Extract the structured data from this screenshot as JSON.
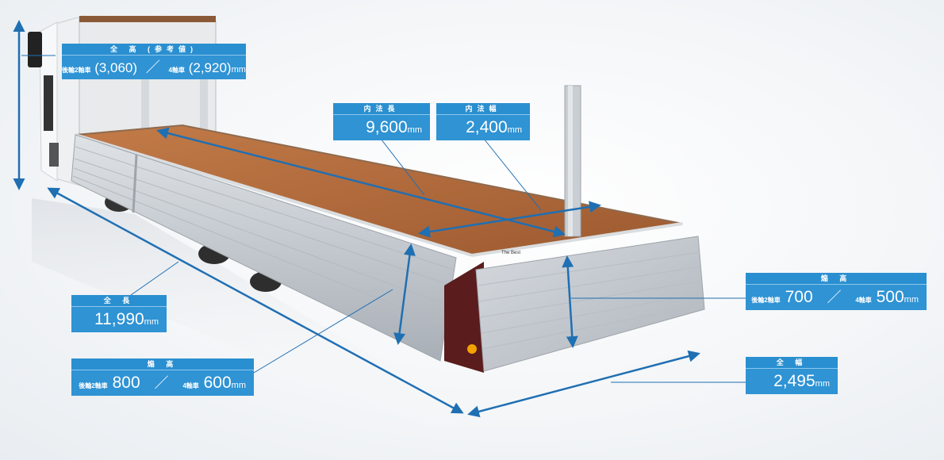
{
  "labels": {
    "overall_height": {
      "title": "全 高 (参考値)",
      "prefix_a": "後輪2軸車",
      "value_a": "(3,060)",
      "slash": "／",
      "prefix_b": "4軸車",
      "value_b": "(2,920)",
      "unit": "mm"
    },
    "inner_length": {
      "title": "内法長",
      "value": "9,600",
      "unit": "mm"
    },
    "inner_width": {
      "title": "内法幅",
      "value": "2,400",
      "unit": "mm"
    },
    "overall_length": {
      "title": "全 長",
      "value": "11,990",
      "unit": "mm"
    },
    "side_gate_height": {
      "title": "煽 高",
      "prefix_a": "後輪2軸車",
      "value_a": "800",
      "slash": "／",
      "prefix_b": "4軸車",
      "value_b": "600",
      "unit": "mm"
    },
    "rear_gate_height": {
      "title": "煽 高",
      "prefix_a": "後輪2軸車",
      "value_a": "700",
      "slash": "／",
      "prefix_b": "4軸車",
      "value_b": "500",
      "unit": "mm"
    },
    "overall_width": {
      "title": "全 幅",
      "value": "2,495",
      "unit": "mm"
    }
  },
  "truck": {
    "rear_plate_text": "The Best"
  },
  "colors": {
    "accent": "#2f93d4",
    "arrow": "#1f6fb3",
    "deck": "#b06a3c",
    "panel": "#c8ccd1"
  }
}
